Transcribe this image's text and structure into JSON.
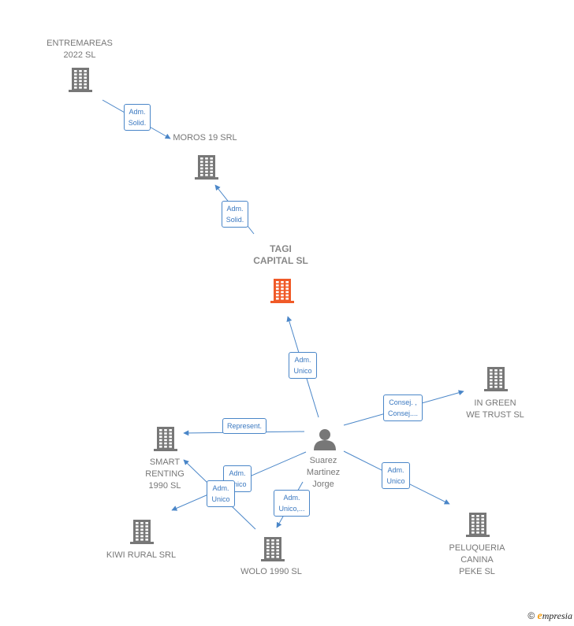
{
  "colors": {
    "edge": "#4a86c8",
    "building": "#777777",
    "building_main": "#f05a28",
    "person": "#777777"
  },
  "nodes": {
    "entremareas": {
      "label": "ENTREMAREAS\n2022  SL",
      "icon": "building-icon"
    },
    "moros": {
      "label": "MOROS 19 SRL",
      "icon": "building-icon"
    },
    "tagi": {
      "label": "TAGI\nCAPITAL  SL",
      "icon": "building-icon"
    },
    "ingreen": {
      "label": "IN GREEN\nWE TRUST  SL",
      "icon": "building-icon"
    },
    "smart": {
      "label": "SMART\nRENTING\n1990  SL",
      "icon": "building-icon"
    },
    "suarez": {
      "label": "Suarez\nMartinez\nJorge",
      "icon": "person-icon"
    },
    "kiwi": {
      "label": "KIWI RURAL SRL",
      "icon": "building-icon"
    },
    "wolo": {
      "label": "WOLO 1990  SL",
      "icon": "building-icon"
    },
    "peluqueria": {
      "label": "PELUQUERIA\nCANINA\nPEKE  SL",
      "icon": "building-icon"
    }
  },
  "edges": [
    {
      "from": "entremareas",
      "to": "moros",
      "label": "Adm.\nSolid."
    },
    {
      "from": "tagi",
      "to": "moros",
      "label": "Adm.\nSolid."
    },
    {
      "from": "suarez",
      "to": "tagi",
      "label": "Adm.\nUnico"
    },
    {
      "from": "suarez",
      "to": "ingreen",
      "label": "Consej. ,\nConsej...."
    },
    {
      "from": "suarez",
      "to": "smart",
      "label": "Represent."
    },
    {
      "from": "suarez",
      "to": "kiwi",
      "label": "Adm.\nUnico"
    },
    {
      "from": "wolo",
      "to": "smart",
      "label": "Adm.\nUnico"
    },
    {
      "from": "suarez",
      "to": "wolo",
      "label": "Adm.\nUnico,..."
    },
    {
      "from": "suarez",
      "to": "peluqueria",
      "label": "Adm.\nUnico"
    }
  ],
  "footer": {
    "copyright": "©",
    "brand_e": "e",
    "brand_rest": "mpresia"
  }
}
